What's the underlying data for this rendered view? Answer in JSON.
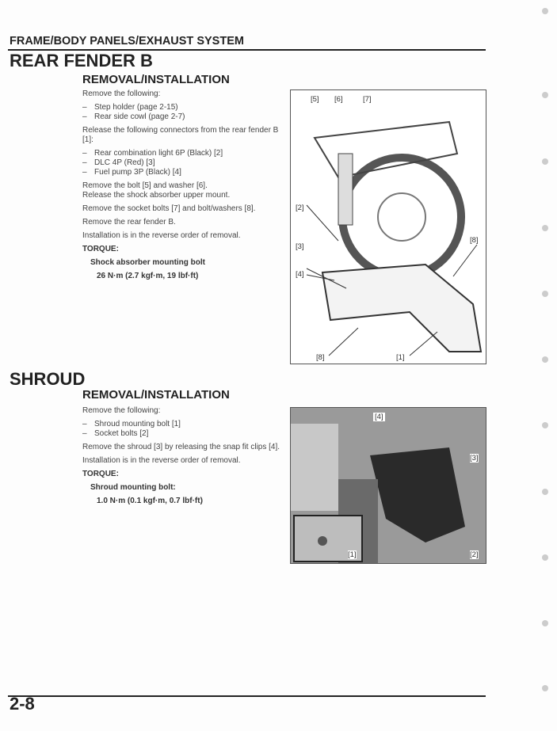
{
  "header": "FRAME/BODY PANELS/EXHAUST SYSTEM",
  "sections": [
    {
      "title": "REAR FENDER B",
      "subtitle": "REMOVAL/INSTALLATION",
      "intro": "Remove the following:",
      "remove_items": [
        "Step holder (page 2-15)",
        "Rear side cowl (page 2-7)"
      ],
      "release_text": "Release the following connectors from the rear fender B [1]:",
      "connectors": [
        "Rear combination light 6P (Black) [2]",
        "DLC 4P (Red) [3]",
        "Fuel pump 3P (Black) [4]"
      ],
      "steps": [
        "Remove the bolt [5] and washer [6].",
        "Release the shock absorber upper mount.",
        "Remove the socket bolts [7] and bolt/washers [8].",
        "Remove the rear fender B.",
        "Installation is in the reverse order of removal."
      ],
      "torque_label": "TORQUE:",
      "torque_item": "Shock absorber mounting bolt",
      "torque_value": "26 N·m (2.7 kgf·m, 19 lbf·ft)",
      "figure_callouts": [
        "[5]",
        "[6]",
        "[7]",
        "[2]",
        "[8]",
        "[3]",
        "[4]",
        "[8]",
        "[1]"
      ]
    },
    {
      "title": "SHROUD",
      "subtitle": "REMOVAL/INSTALLATION",
      "intro": "Remove the following:",
      "remove_items": [
        "Shroud mounting bolt [1]",
        "Socket bolts [2]"
      ],
      "steps": [
        "Remove the shroud [3] by releasing the snap fit clips [4].",
        "Installation is in the reverse order of removal."
      ],
      "torque_label": "TORQUE:",
      "torque_item": "Shroud mounting bolt:",
      "torque_value": "1.0 N·m (0.1 kgf·m, 0.7 lbf·ft)",
      "figure_callouts": [
        "[4]",
        "[3]",
        "[1]",
        "[2]"
      ]
    }
  ],
  "page_number": "2-8"
}
